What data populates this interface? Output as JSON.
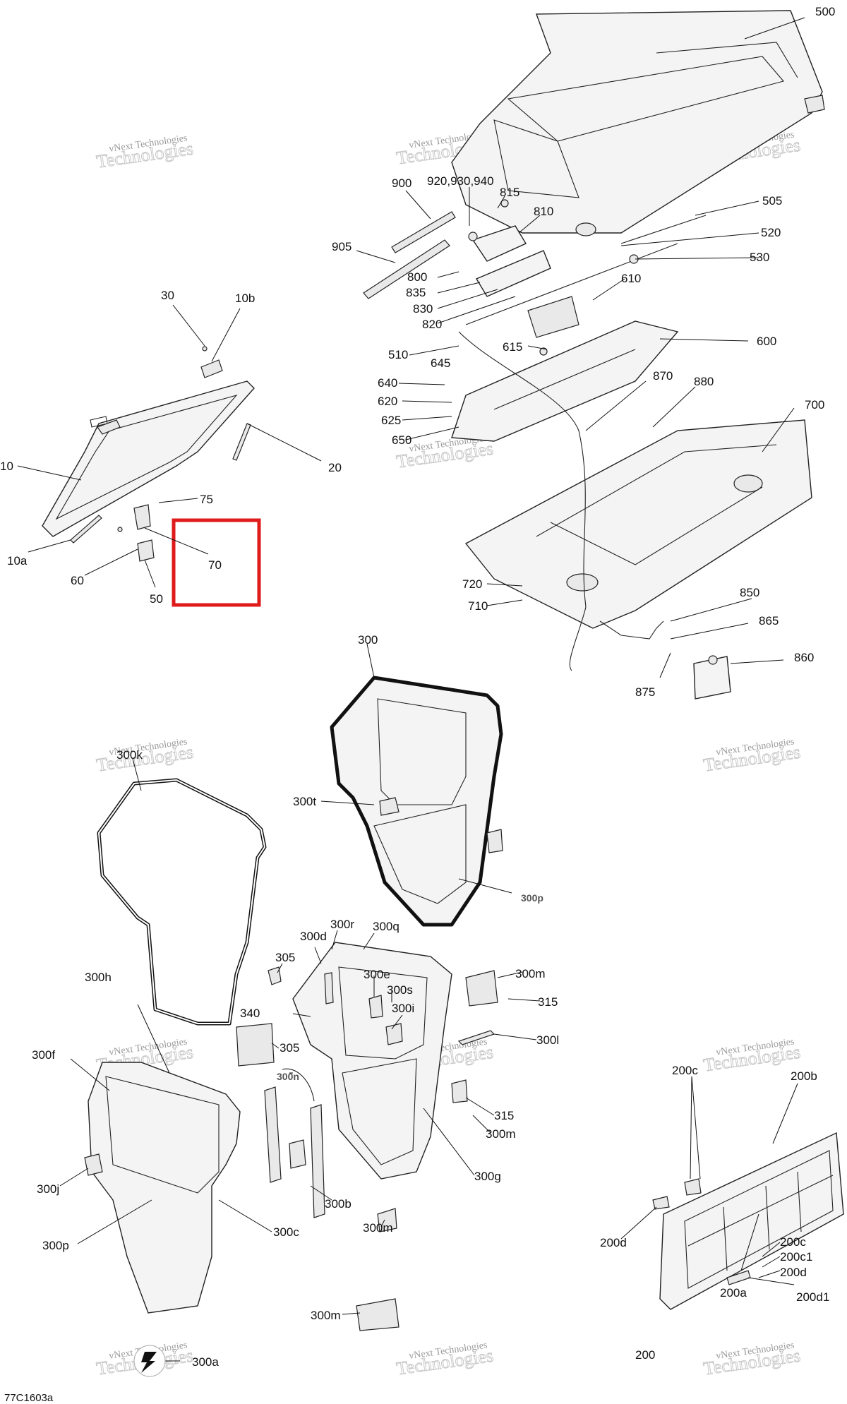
{
  "diagram_code": "77C1603a",
  "watermark": {
    "line1": "vNext Technologies",
    "line2": "Technologies"
  },
  "labels": {
    "p500": "500",
    "p900": "900",
    "p920": "920,930,940",
    "p815": "815",
    "p810": "810",
    "p905": "905",
    "p800": "800",
    "p835": "835",
    "p830": "830",
    "p820": "820",
    "p505": "505",
    "p520": "520",
    "p530": "530",
    "p610": "610",
    "p600": "600",
    "p510": "510",
    "p615": "615",
    "p645": "645",
    "p640": "640",
    "p620": "620",
    "p625": "625",
    "p650": "650",
    "p870": "870",
    "p880": "880",
    "p700": "700",
    "p720": "720",
    "p710": "710",
    "p850": "850",
    "p865": "865",
    "p860": "860",
    "p875": "875",
    "p30": "30",
    "p10b": "10b",
    "p10": "10",
    "p20": "20",
    "p75": "75",
    "p10a": "10a",
    "p70": "70",
    "p60": "60",
    "p50": "50",
    "p300": "300",
    "p300k": "300k",
    "p300t": "300t",
    "p300p_top": "300p",
    "p300r": "300r",
    "p300d": "300d",
    "p300q": "300q",
    "p305a": "305",
    "p300e": "300e",
    "p300s": "300s",
    "p300m_a": "300m",
    "p315a": "315",
    "p300h": "300h",
    "p340": "340",
    "p300i": "300i",
    "p300l": "300l",
    "p305b": "305",
    "p300f": "300f",
    "p300n": "300n",
    "p315b": "315",
    "p300m_b": "300m",
    "p300j": "300j",
    "p300g": "300g",
    "p300b": "300b",
    "p300m_c": "300m",
    "p300p": "300p",
    "p300c": "300c",
    "p300m_d": "300m",
    "p300a": "300a",
    "p200c": "200c",
    "p200b": "200b",
    "p200d": "200d",
    "p200c_b": "200c",
    "p200c1": "200c1",
    "p200d_b": "200d",
    "p200a": "200a",
    "p200d1": "200d1",
    "p200": "200"
  }
}
